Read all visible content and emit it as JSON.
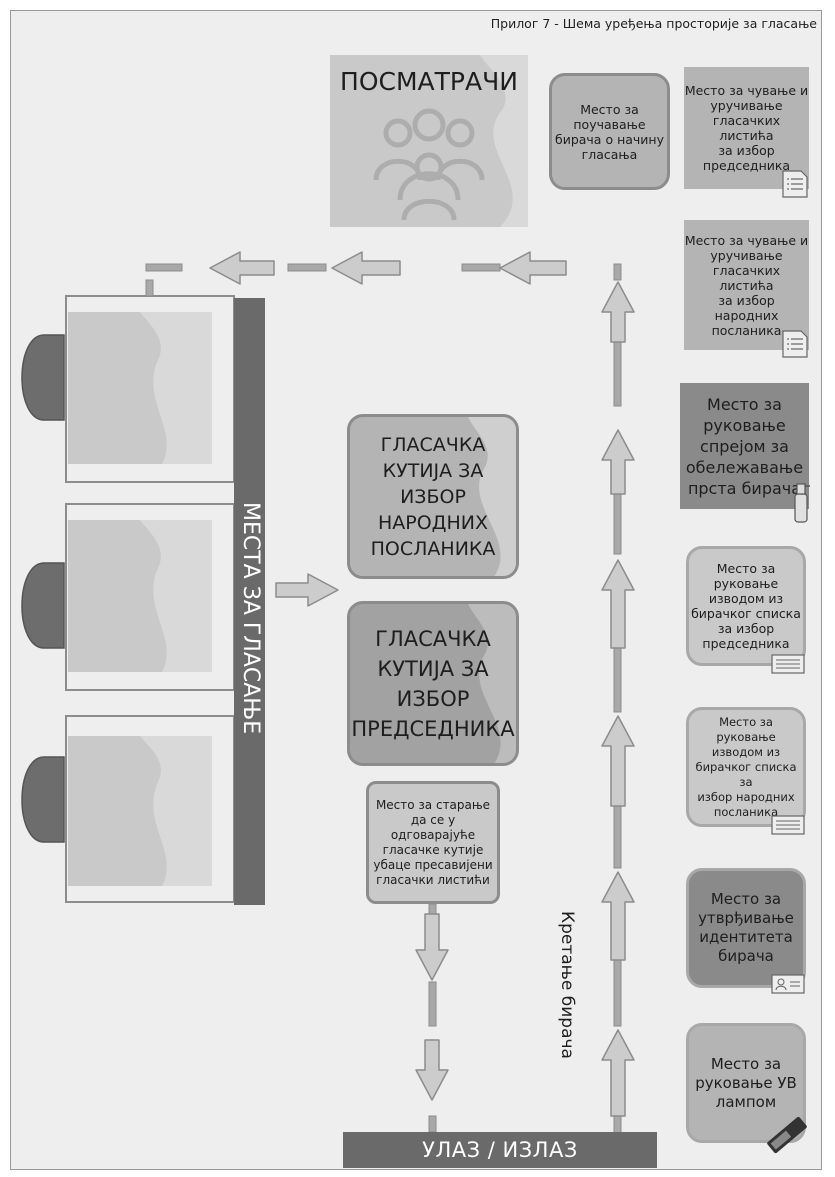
{
  "caption": "Прилог 7 - Шема уређења просторије за гласање",
  "observers": "ПОСМАТРАЧИ",
  "instruct_place": "Место за\nпоучавање\nбирача о начину\nгласања",
  "stations": {
    "president_ballots": "Место за чување и\nуручивање\nгласачких листића\nза избор\nпредседника",
    "mp_ballots": "Место за чување и\nуручивање\nгласачких листића\nза избор\nнародних\nпосланика",
    "spray": "Место за\nруковање\nспрејом за\nобележавање\nпрста бирача",
    "extract_president": "Место за\nруковање\nизводом из\nбирачког списка\nза избор\nпредседника",
    "extract_mp": "Место за руковање\nизводом из\nбирачког списка за\nизбор народних\nпосланика",
    "identity": "Место за\nутврђивање\nидентитета\nбирача",
    "uv_lamp": "Место за\nруковање УВ\nлампом"
  },
  "ballot_box_mp": "ГЛАСАЧКА\nКУТИЈА ЗА\nИЗБОР\nНАРОДНИХ\nПОСЛАНИКА",
  "ballot_box_president": "ГЛАСАЧКА\nКУТИЈА ЗА\nИЗБОР\nПРЕДСЕДНИКА",
  "fold_check": "Место за старање\nда се у\nодговарајуће\nгласачке кутије\nубаце пресавијени\nгласачки листићи",
  "voting_places": "МЕСТА ЗА ГЛАСАЊЕ",
  "voter_movement": "Кретање бирача",
  "entrance": "УЛАЗ / ИЗЛАЗ",
  "colors": {
    "frame_bg": "#eeeeee",
    "box_light": "#c9c9c9",
    "box_mid": "#b4b4b4",
    "box_dark": "#8a8a8a",
    "bar": "#6a6a6a",
    "arrow_fill": "#cccccc",
    "arrow_stroke": "#8c8c8c"
  },
  "icons": [
    "people-icon",
    "document-list-icon",
    "spray-bottle-icon",
    "id-card-icon",
    "uv-lamp-icon",
    "voting-booth-icon",
    "chair-icon"
  ]
}
